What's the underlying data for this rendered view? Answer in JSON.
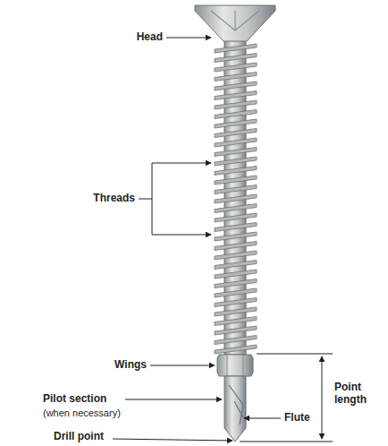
{
  "diagram": {
    "labels": [
      "Head",
      "Threads",
      "Wings",
      "Pilot section",
      "(when necessary)",
      "Flute",
      "Drill point",
      "Point length"
    ]
  }
}
